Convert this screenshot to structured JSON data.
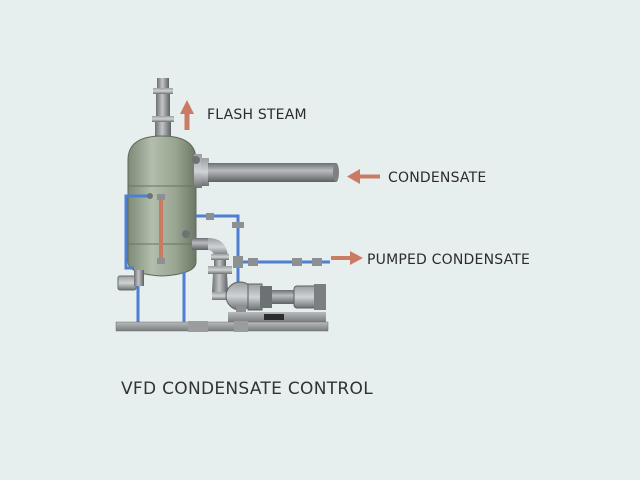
{
  "diagram": {
    "title": "VFD CONDENSATE CONTROL",
    "labels": {
      "flash_steam": "FLASH STEAM",
      "condensate": "CONDENSATE",
      "pumped_condensate": "PUMPED CONDENSATE"
    },
    "colors": {
      "background": "#e6eeee",
      "vessel": "#9aa693",
      "pipe_gray": "#8d9092",
      "pipe_blue": "#4f7fd0",
      "arrow": "#c97b64",
      "sight_glass": "#c97b64"
    },
    "icons": {
      "arrow_up": "flash-steam-arrow-icon",
      "arrow_left": "condensate-arrow-icon",
      "arrow_right": "pumped-condensate-arrow-icon"
    }
  }
}
